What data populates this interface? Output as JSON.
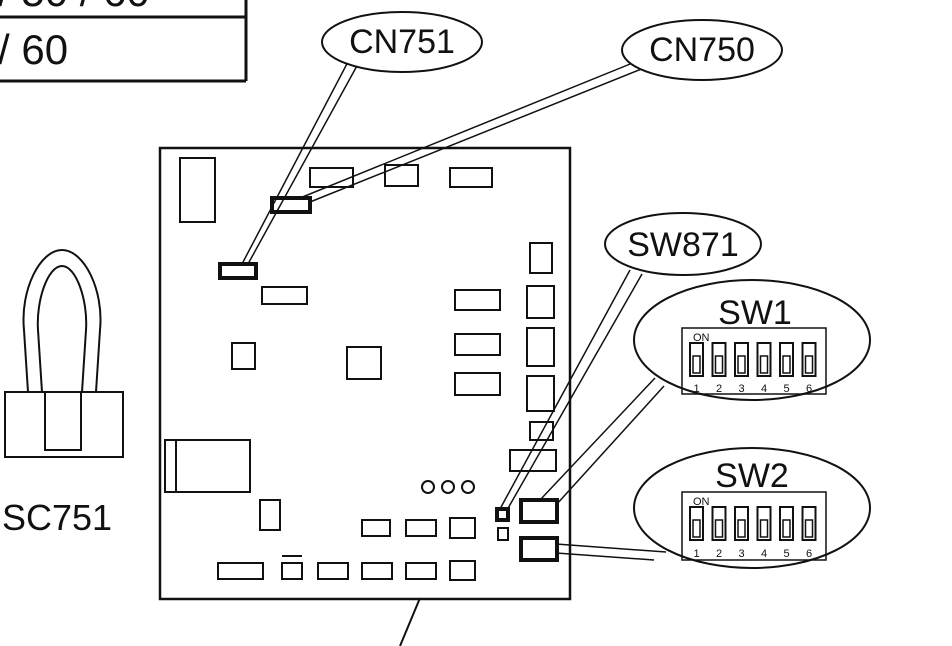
{
  "table_fragment": {
    "row1": "/ 50 / 60",
    "row2": "/ 60"
  },
  "callouts": {
    "cn751": "CN751",
    "cn750": "CN750",
    "sw871": "SW871",
    "sw1": "SW1",
    "sw2": "SW2"
  },
  "switch_labels": {
    "on": "ON",
    "positions": [
      "1",
      "2",
      "3",
      "4",
      "5",
      "6"
    ]
  },
  "sc751": {
    "label": "SC751"
  }
}
